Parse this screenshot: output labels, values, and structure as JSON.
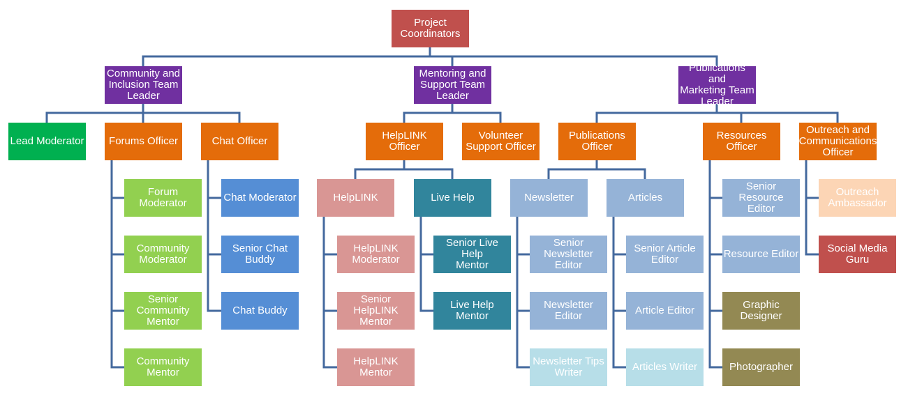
{
  "colors": {
    "line": "#44699E",
    "root": "#C0504D",
    "leader": "#7030A0",
    "green": "#00B050",
    "orange": "#E46C0A",
    "light_green": "#92D050",
    "blue": "#558ED5",
    "pink": "#D99694",
    "teal": "#31859C",
    "steel": "#95B3D7",
    "pale_blue": "#B7DEE8",
    "tan": "#938953",
    "peach": "#FCD5B5",
    "red": "#C0504D"
  },
  "nodes": {
    "project_coordinators": "Project\nCoordinators",
    "community_leader": "Community and\nInclusion Team\nLeader",
    "mentoring_leader": "Mentoring and\nSupport Team\nLeader",
    "publications_leader": "Publications and\nMarketing Team\nLeader",
    "lead_moderator": "Lead Moderator",
    "forums_officer": "Forums Officer",
    "chat_officer": "Chat Officer",
    "helplink_officer": "HelpLINK Officer",
    "volunteer_support_officer": "Volunteer\nSupport Officer",
    "publications_officer": "Publications\nOfficer",
    "resources_officer": "Resources\nOfficer",
    "outreach_officer": "Outreach and\nCommunications\nOfficer",
    "forum_moderator": "Forum\nModerator",
    "community_moderator": "Community\nModerator",
    "senior_community_mentor": "Senior\nCommunity\nMentor",
    "community_mentor": "Community\nMentor",
    "chat_moderator": "Chat Moderator",
    "senior_chat_buddy": "Senior Chat\nBuddy",
    "chat_buddy": "Chat Buddy",
    "helplink": "HelpLINK",
    "live_help": "Live Help",
    "helplink_moderator": "HelpLINK\nModerator",
    "senior_helplink_mentor": "Senior HelpLINK\nMentor",
    "helplink_mentor": "HelpLINK\nMentor",
    "senior_live_help_mentor": "Senior Live Help\nMentor",
    "live_help_mentor": "Live Help\nMentor",
    "newsletter": "Newsletter",
    "articles": "Articles",
    "senior_newsletter_editor": "Senior\nNewsletter\nEditor",
    "newsletter_editor": "Newsletter\nEditor",
    "newsletter_tips_writer": "Newsletter Tips\nWriter",
    "senior_article_editor": "Senior Article\nEditor",
    "article_editor": "Article Editor",
    "articles_writer": "Articles Writer",
    "senior_resource_editor": "Senior Resource\nEditor",
    "resource_editor": "Resource Editor",
    "graphic_designer": "Graphic\nDesigner",
    "photographer": "Photographer",
    "outreach_ambassador": "Outreach\nAmbassador",
    "social_media_guru": "Social Media\nGuru"
  }
}
